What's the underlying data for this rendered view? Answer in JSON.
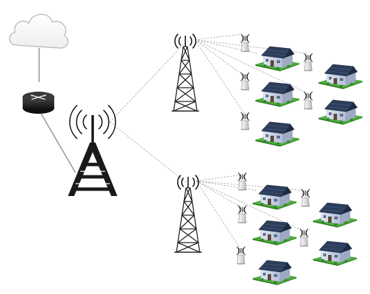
{
  "diagram": {
    "labels": [],
    "nodes": {
      "cloud": "cloud-icon",
      "router": "router-icon",
      "core_tower": "transmission-tower-icon",
      "relay_towers": "lattice-tower-icon",
      "access_points": "cpe-antenna-icon",
      "homes": "house-with-solar-panels-icon"
    },
    "counts": {
      "relay_towers": 2,
      "access_points": 10,
      "homes": 10
    },
    "colors": {
      "cloud_fill": "#ffffff",
      "cloud_stroke": "#b5b5b5",
      "router": "#2a2a2a",
      "tower": "#1a1a1a",
      "roof": "#2c3e5c",
      "house_wall": "#c9d2e4",
      "lawn": "#4caf3a",
      "link": "#9a9a9a"
    }
  }
}
